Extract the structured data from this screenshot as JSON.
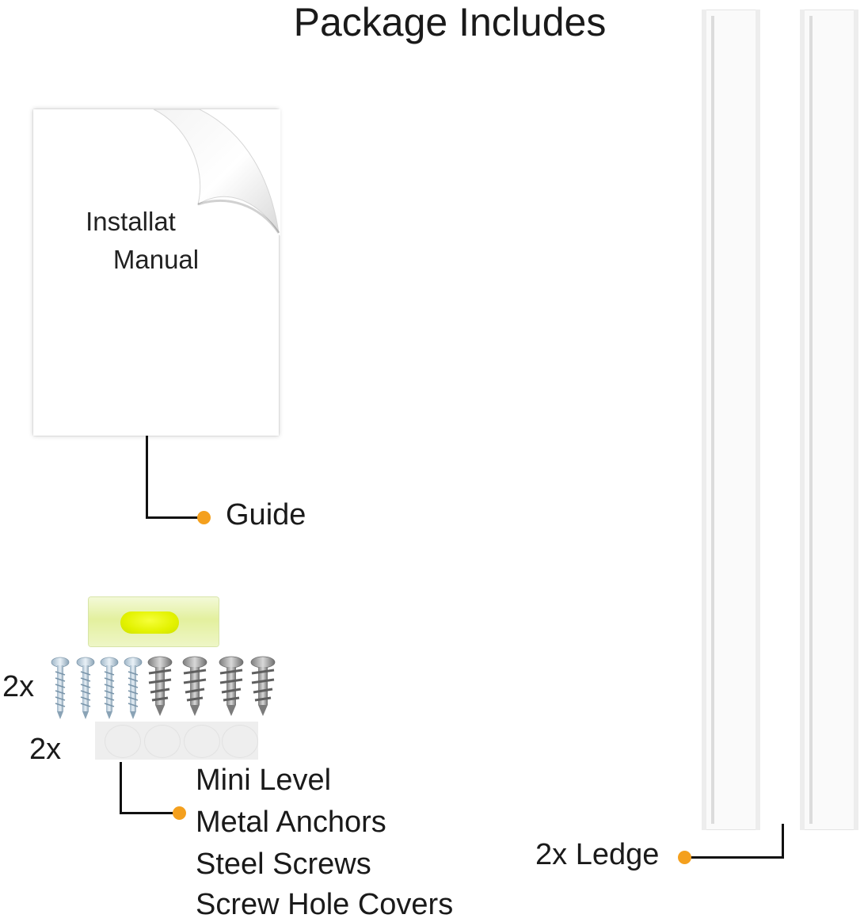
{
  "header": {
    "title": "Package Includes"
  },
  "manual": {
    "line1": "Installat",
    "line2": "Manual"
  },
  "callouts": {
    "guide": "Guide",
    "ledge": "2x Ledge",
    "screws_qty": "2x",
    "covers_qty": "2x",
    "hardware_items": [
      "Mini Level",
      "Metal Anchors",
      "Steel Screws",
      "Screw Hole Covers"
    ]
  },
  "colors": {
    "accent_dot": "#f4a01e",
    "line": "#111111",
    "level_fluid": "#e3f200"
  }
}
